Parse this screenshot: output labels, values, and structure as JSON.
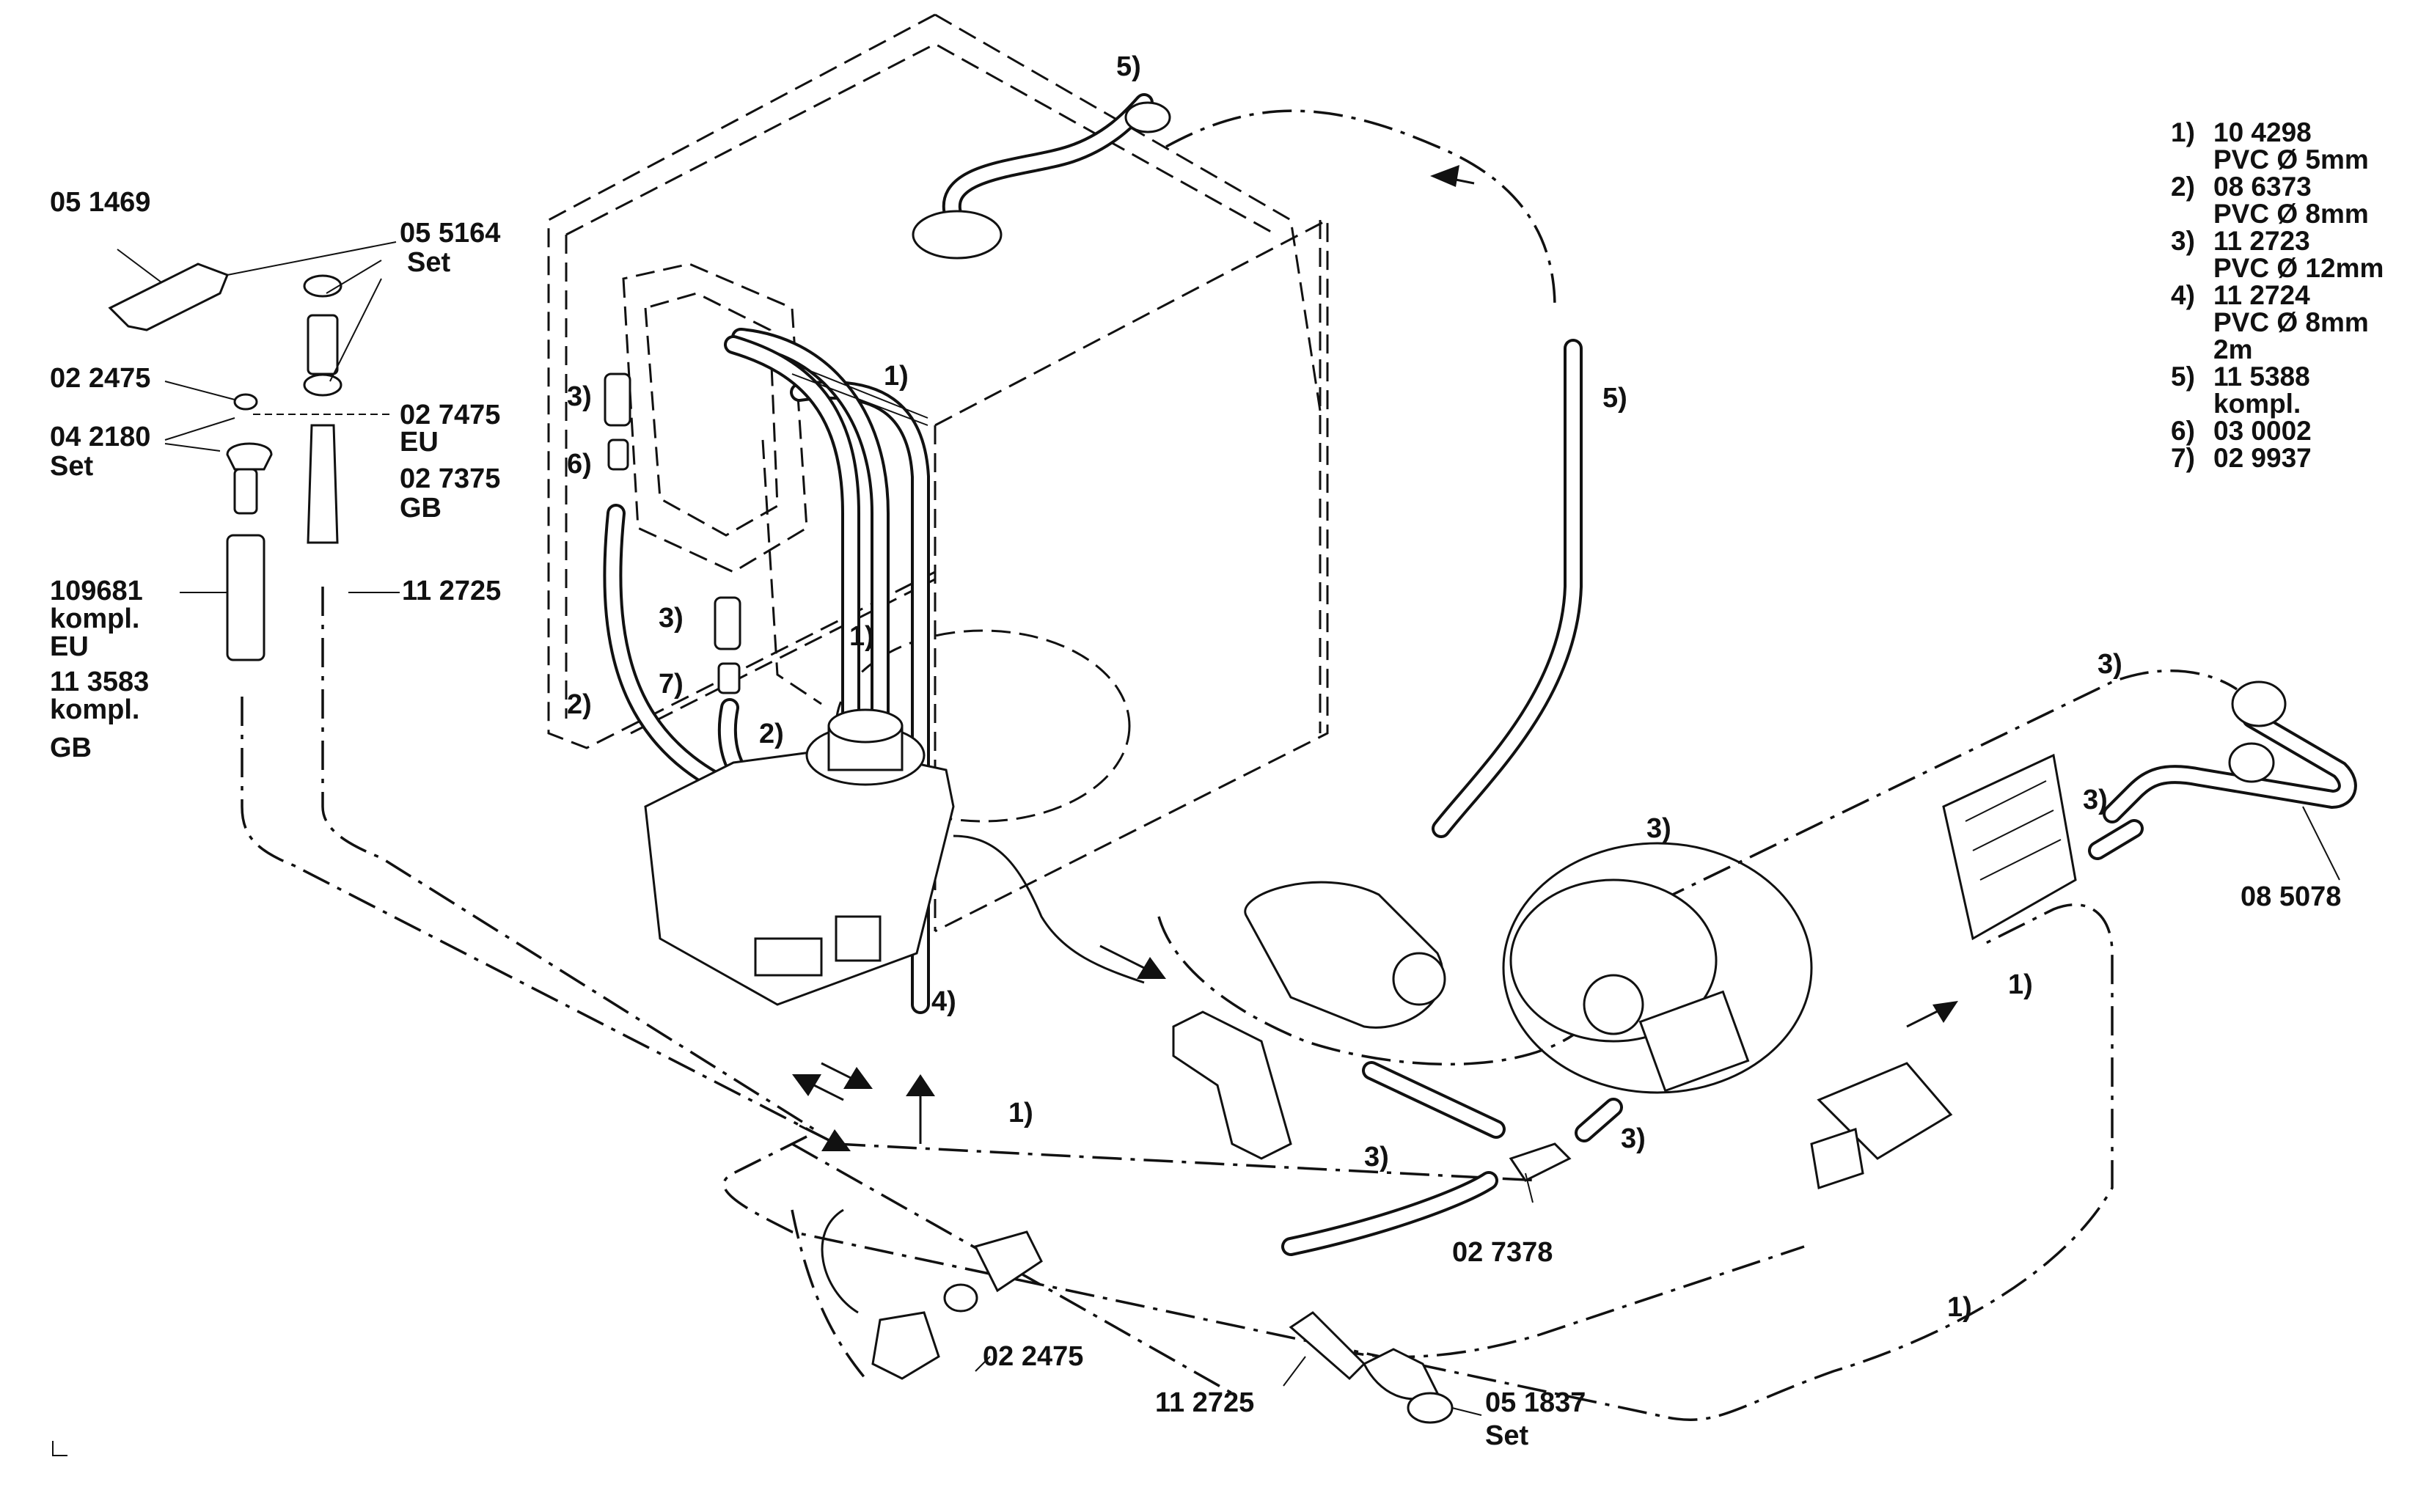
{
  "legend": [
    {
      "num": "1)",
      "code": "10 4298",
      "spec": "PVC Ø 5mm"
    },
    {
      "num": "2)",
      "code": "08 6373",
      "spec": "PVC Ø 8mm"
    },
    {
      "num": "3)",
      "code": "11 2723",
      "spec": "PVC Ø 12mm"
    },
    {
      "num": "4)",
      "code": "11 2724",
      "spec": "PVC Ø 8mm",
      "extra": "2m"
    },
    {
      "num": "5)",
      "code": "11 5388",
      "spec": "kompl."
    },
    {
      "num": "6)",
      "code": "03 0002"
    },
    {
      "num": "7)",
      "code": "02 9937"
    }
  ],
  "labels": {
    "p051469": "05 1469",
    "p055164": "05 5164",
    "set1": "Set",
    "p022475a": "02 2475",
    "p042180": "04 2180",
    "set2": "Set",
    "p027475": "02 7475",
    "eu1": "EU",
    "p027375": "02 7375",
    "gb1": "GB",
    "p109681": "109681",
    "kompl1": "kompl.",
    "eu2": "EU",
    "p113583": "11 3583",
    "kompl2": "kompl.",
    "gb2": "GB",
    "p112725a": "11 2725",
    "p085078": "08 5078",
    "p027378": "02 7378",
    "p022475b": "02 2475",
    "p112725b": "11 2725",
    "p051837": "05 1837",
    "set3": "Set"
  },
  "callouts": {
    "c5top": "5)",
    "c5right": "5)",
    "c1top": "1)",
    "c3a": "3)",
    "c6": "6)",
    "c3b": "3)",
    "c7": "7)",
    "c1mid": "1)",
    "c2a": "2)",
    "c2b": "2)",
    "c4": "4)",
    "c3top": "3)",
    "c3right": "3)",
    "c3center": "3)",
    "c1right": "1)",
    "c1low": "1)",
    "c3low": "3)",
    "c3low2": "3)",
    "c1bottom": "1)"
  }
}
